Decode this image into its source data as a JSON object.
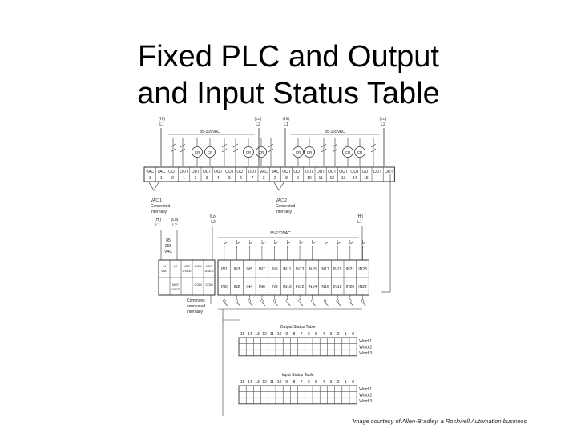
{
  "slide": {
    "title_line1": "Fixed PLC and Output",
    "title_line2": "and Input Status Table",
    "caption": "Image courtesy of Allen-Bradley, a Rockwell Automation business"
  },
  "diagram": {
    "top_left": {
      "phase": "(Hi)",
      "line": "L1",
      "neutral": "(Lo)",
      "neutral_line": "L2",
      "voltage": "85-265VAC"
    },
    "top_right": {
      "phase": "(Hi)",
      "line": "L1",
      "neutral": "(Lo)",
      "neutral_line": "L2",
      "voltage": "85-265VAC"
    },
    "load_symbols": [
      "CR",
      "CR",
      "CR",
      "CR",
      "CR",
      "CR",
      "CR",
      "CR"
    ],
    "output_terminal_headers": [
      "VAC",
      "VAC",
      "OUT",
      "OUT",
      "OUT",
      "OUT",
      "OUT",
      "OUT",
      "OUT",
      "OUT",
      "VAC",
      "VAC",
      "OUT",
      "OUT",
      "OUT",
      "OUT",
      "OUT",
      "OUT",
      "OUT",
      "OUT",
      "OUT",
      "OUT"
    ],
    "output_terminal_numbers": [
      "1",
      "1",
      "0",
      "1",
      "2",
      "3",
      "4",
      "5",
      "6",
      "7",
      "2",
      "2",
      "8",
      "9",
      "10",
      "11",
      "12",
      "13",
      "14",
      "15"
    ],
    "vac1_note": [
      "VAC 1",
      "Connected",
      "internally"
    ],
    "vac2_note": [
      "VAC 2",
      "Connected",
      "internally"
    ],
    "power_label": {
      "hi": "(Hi)",
      "lo": "(Lo)",
      "l1": "L1",
      "l2": "L2",
      "voltage": [
        "85",
        "265",
        "VAC"
      ]
    },
    "input_section": {
      "lo": "(Lo)",
      "l2": "L2",
      "hi": "(Hi)",
      "l1": "L1",
      "voltage": "85-132VAC"
    },
    "input_upper_row": [
      "IN1",
      "IN3",
      "IN5",
      "IN7",
      "IN9",
      "IN11",
      "IN13",
      "IN15",
      "IN17",
      "IN19",
      "IN21",
      "IN23"
    ],
    "input_lower_row": [
      "IN0",
      "IN2",
      "IN4",
      "IN6",
      "IN8",
      "IN10",
      "IN12",
      "IN14",
      "IN16",
      "IN18",
      "IN20",
      "IN22"
    ],
    "left_block_labels": [
      "L1",
      "L2",
      "VAC",
      "NOT",
      "USED",
      "COM",
      "NOT",
      "USED",
      "COM"
    ],
    "commons_note": [
      "Commons",
      "connected",
      "internally"
    ],
    "output_table": {
      "title": "Output Status Table",
      "bits": [
        "15",
        "14",
        "13",
        "12",
        "11",
        "10",
        "9",
        "8",
        "7",
        "6",
        "5",
        "4",
        "3",
        "2",
        "1",
        "0"
      ],
      "words": [
        "Word 1",
        "Word 2",
        "Word 3"
      ]
    },
    "input_table": {
      "title": "Input Status Table",
      "bits": [
        "15",
        "14",
        "13",
        "12",
        "11",
        "10",
        "9",
        "8",
        "7",
        "6",
        "5",
        "4",
        "3",
        "2",
        "1",
        "0"
      ],
      "words": [
        "Word 1",
        "Word 2",
        "Word 3"
      ]
    }
  }
}
